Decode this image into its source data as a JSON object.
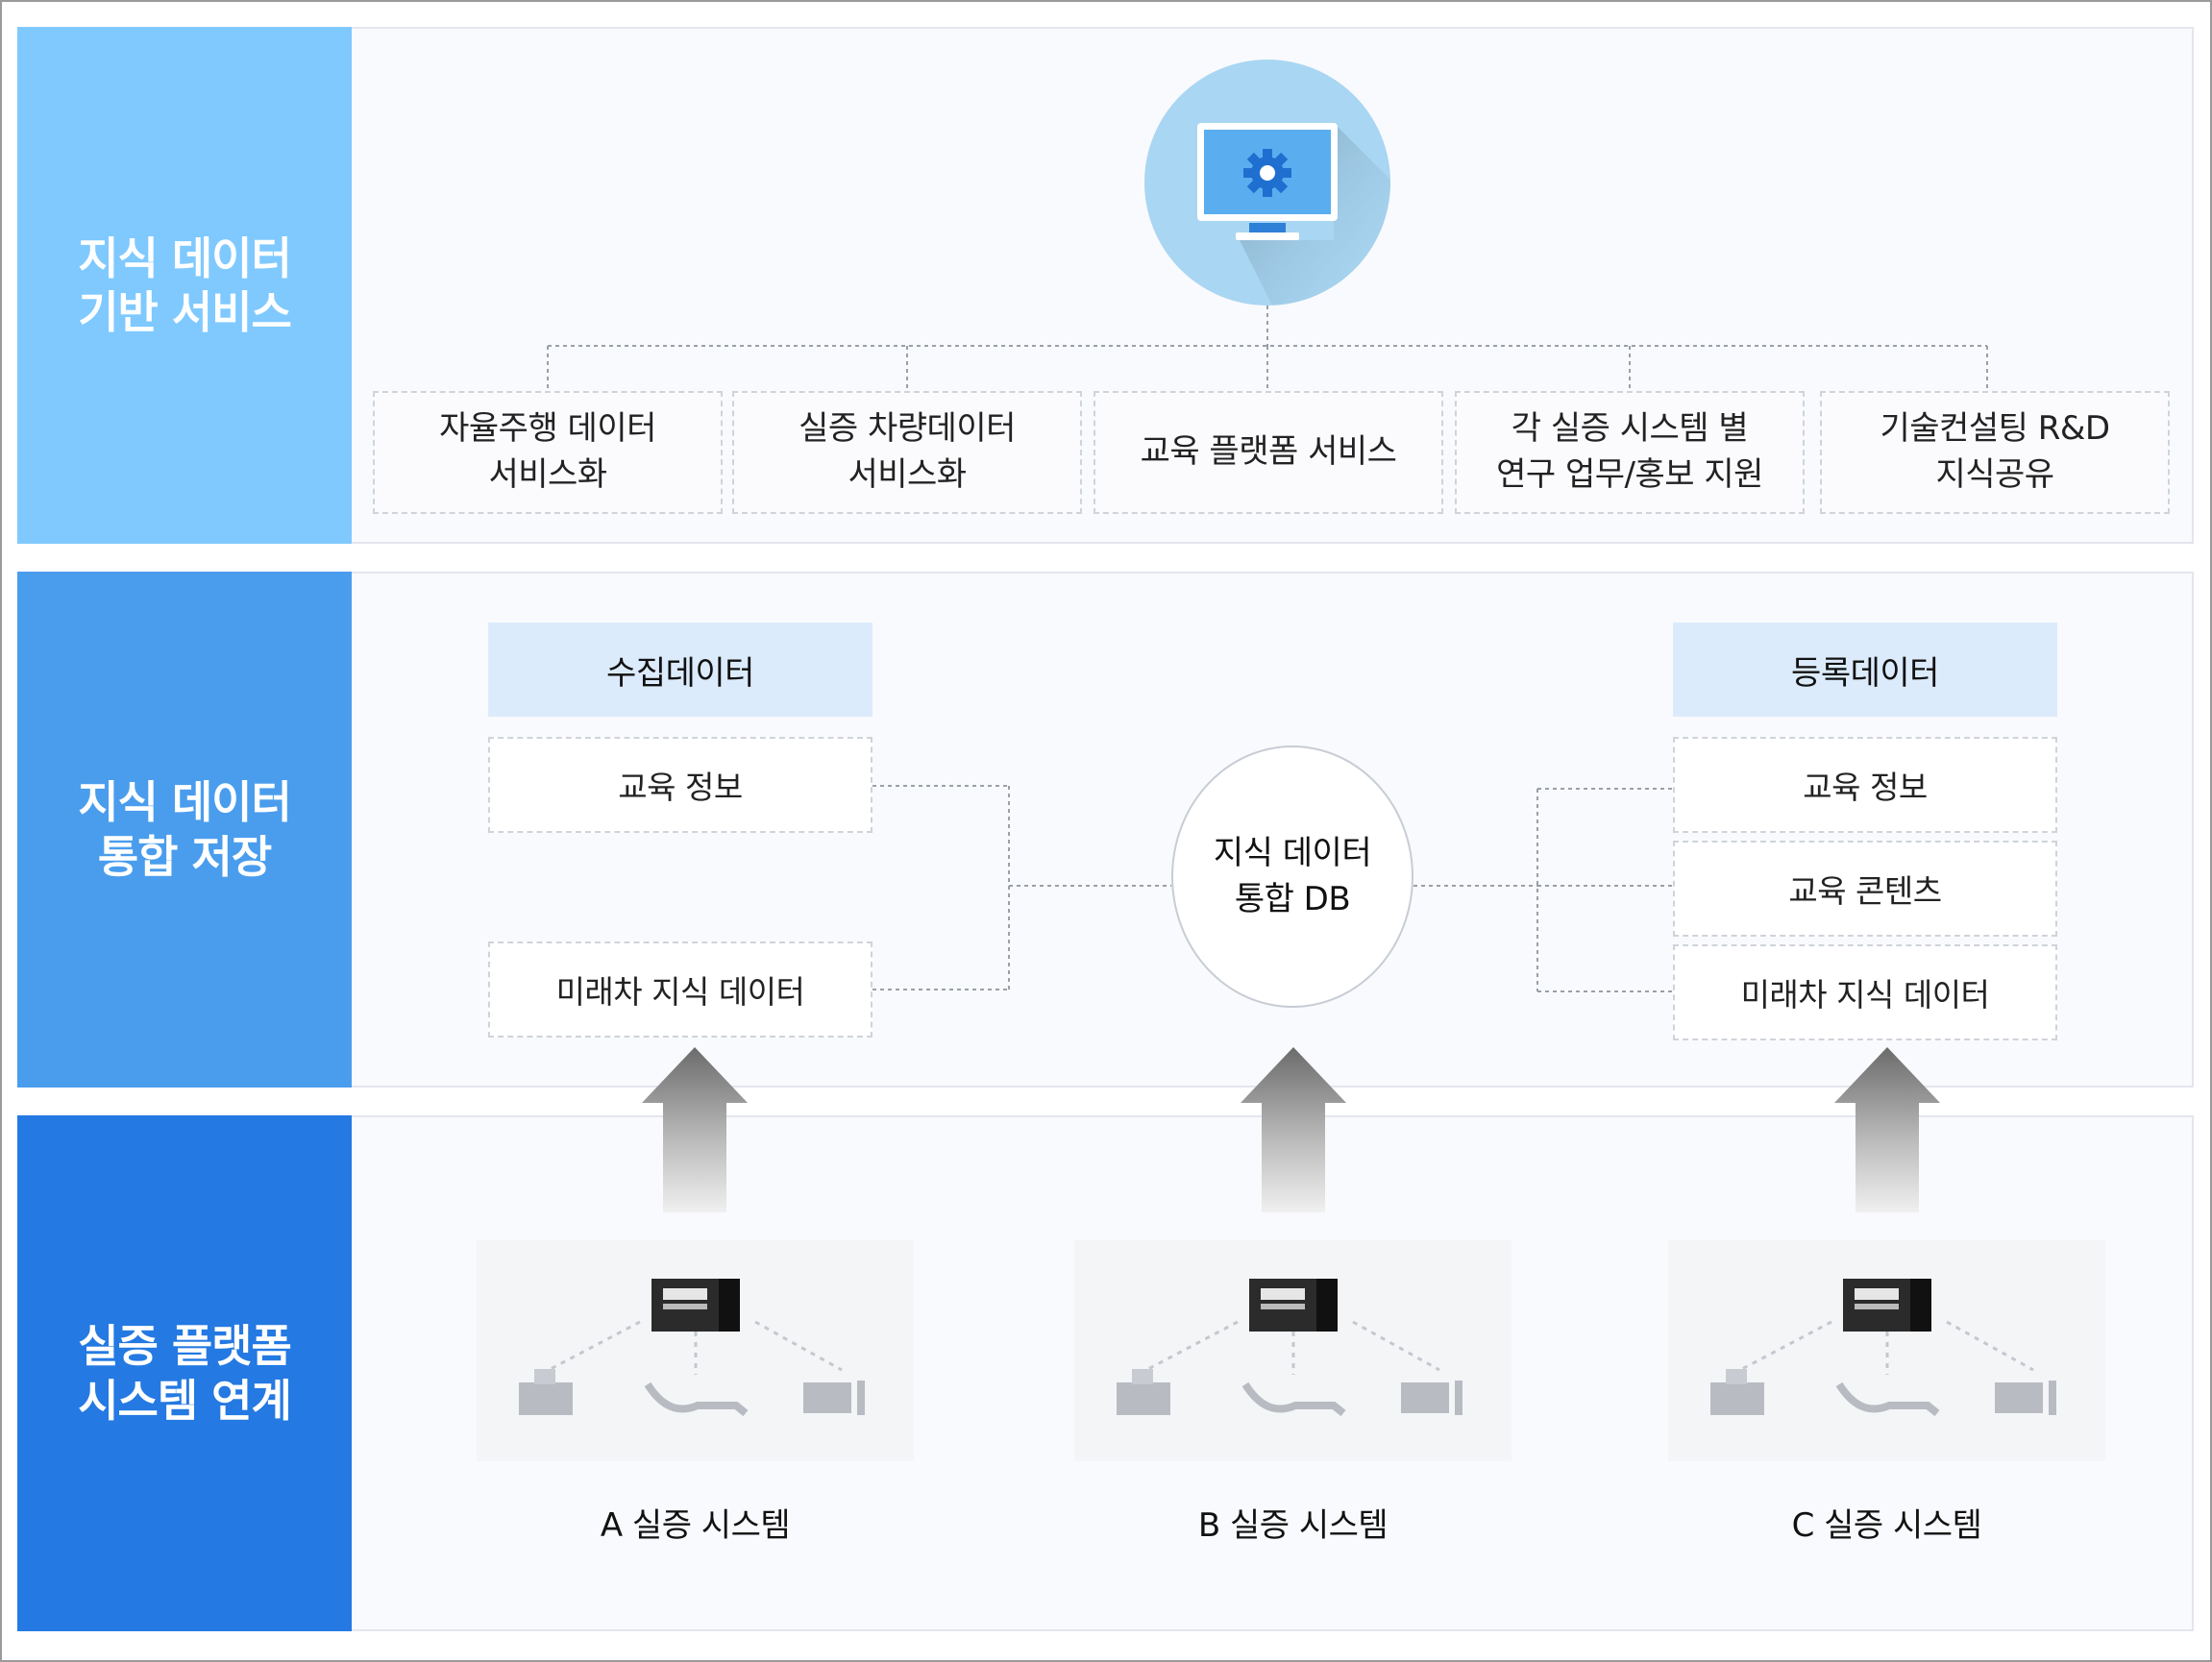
{
  "rows": {
    "services": {
      "label_line1": "지식 데이터",
      "label_line2": "기반 서비스"
    },
    "storage": {
      "label_line1": "지식 데이터",
      "label_line2": "통합 저장"
    },
    "linkage": {
      "label_line1": "실증 플랫폼",
      "label_line2": "시스템 연계"
    }
  },
  "services": [
    {
      "line1": "자율주행 데이터",
      "line2": "서비스화"
    },
    {
      "line1": "실증 차량데이터",
      "line2": "서비스화"
    },
    {
      "line1": "교육 플랫폼 서비스",
      "line2": ""
    },
    {
      "line1": "각  실증 시스템 별",
      "line2": "연구 업무/홍보  지원"
    },
    {
      "line1": "기술컨설팅 R&D",
      "line2": "지식공유"
    }
  ],
  "collected": {
    "title": "수집데이터",
    "items": [
      "교육 정보",
      "미래차 지식 데이터"
    ]
  },
  "registered": {
    "title": "등록데이터",
    "items": [
      "교육 정보",
      "교육 콘텐츠",
      "미래차 지식 데이터"
    ]
  },
  "db": {
    "line1": "지식 데이터",
    "line2": "통합 DB"
  },
  "systems": [
    "A 실증 시스템",
    "B 실증 시스템",
    "C 실증 시스템"
  ],
  "colors": {
    "row1": "#7fc9ff",
    "row2": "#4a9ded",
    "row3": "#2479e2",
    "header_fill": "#dcebfc",
    "monitor_circle": "#a9d6f2",
    "monitor_screen": "#5aaef0"
  }
}
